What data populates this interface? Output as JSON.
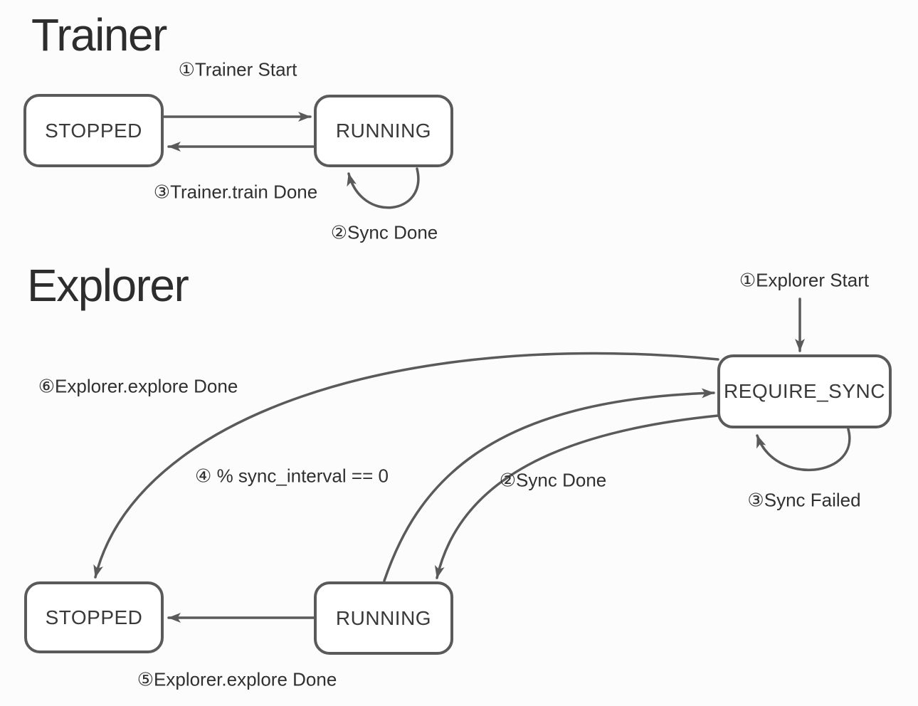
{
  "colors": {
    "background": "#fcfcfc",
    "stroke": "#5a5a5a",
    "text": "#303030",
    "state_fill": "#ffffff"
  },
  "trainer": {
    "title": "Trainer",
    "states": [
      {
        "label": "STOPPED"
      },
      {
        "label": "RUNNING"
      }
    ],
    "transitions": [
      {
        "order": "1",
        "label": "①Trainer Start",
        "from": "STOPPED",
        "to": "RUNNING"
      },
      {
        "order": "2",
        "label": "②Sync Done",
        "from": "RUNNING",
        "to": "RUNNING"
      },
      {
        "order": "3",
        "label": "③Trainer.train Done",
        "from": "RUNNING",
        "to": "STOPPED"
      }
    ]
  },
  "explorer": {
    "title": "Explorer",
    "states": [
      {
        "label": "REQUIRE_SYNC"
      },
      {
        "label": "STOPPED"
      },
      {
        "label": "RUNNING"
      }
    ],
    "transitions": [
      {
        "order": "1",
        "label": "①Explorer Start",
        "from": "start",
        "to": "REQUIRE_SYNC"
      },
      {
        "order": "2",
        "label": "②Sync Done",
        "from": "REQUIRE_SYNC",
        "to": "RUNNING"
      },
      {
        "order": "3",
        "label": "③Sync Failed",
        "from": "REQUIRE_SYNC",
        "to": "REQUIRE_SYNC"
      },
      {
        "order": "4",
        "label": "④ % sync_interval == 0",
        "from": "RUNNING",
        "to": "REQUIRE_SYNC"
      },
      {
        "order": "5",
        "label": "⑤Explorer.explore Done",
        "from": "RUNNING",
        "to": "STOPPED"
      },
      {
        "order": "6",
        "label": "⑥Explorer.explore Done",
        "from": "REQUIRE_SYNC",
        "to": "STOPPED"
      }
    ]
  }
}
